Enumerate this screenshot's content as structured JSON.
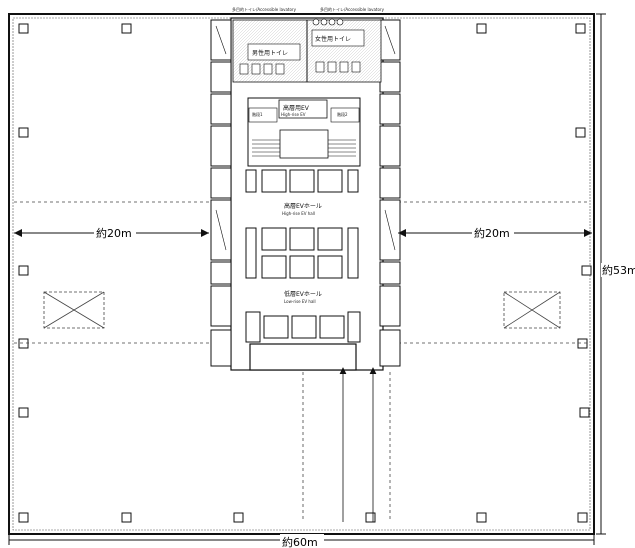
{
  "plan": {
    "top_labels": [
      "多目的トイレ/Accessible lavatory",
      "多目的トイレ/Accessible lavatory"
    ],
    "restroom_men": "男性用トイレ",
    "restroom_women": "女性用トイレ",
    "high_elevator": "高層用EV",
    "high_elevator_en": "High-rise EV",
    "stair_left": "階段1",
    "stair_right": "階段2",
    "high_ev_hall": "高層EVホール",
    "high_ev_hall_en": "High-rise EV hall",
    "low_ev_hall": "低層EVホール",
    "low_ev_hall_en": "Low-rise EV hall",
    "dim_left": "約20m",
    "dim_right": "約20m",
    "dim_height": "約53m",
    "dim_width": "約60m"
  }
}
